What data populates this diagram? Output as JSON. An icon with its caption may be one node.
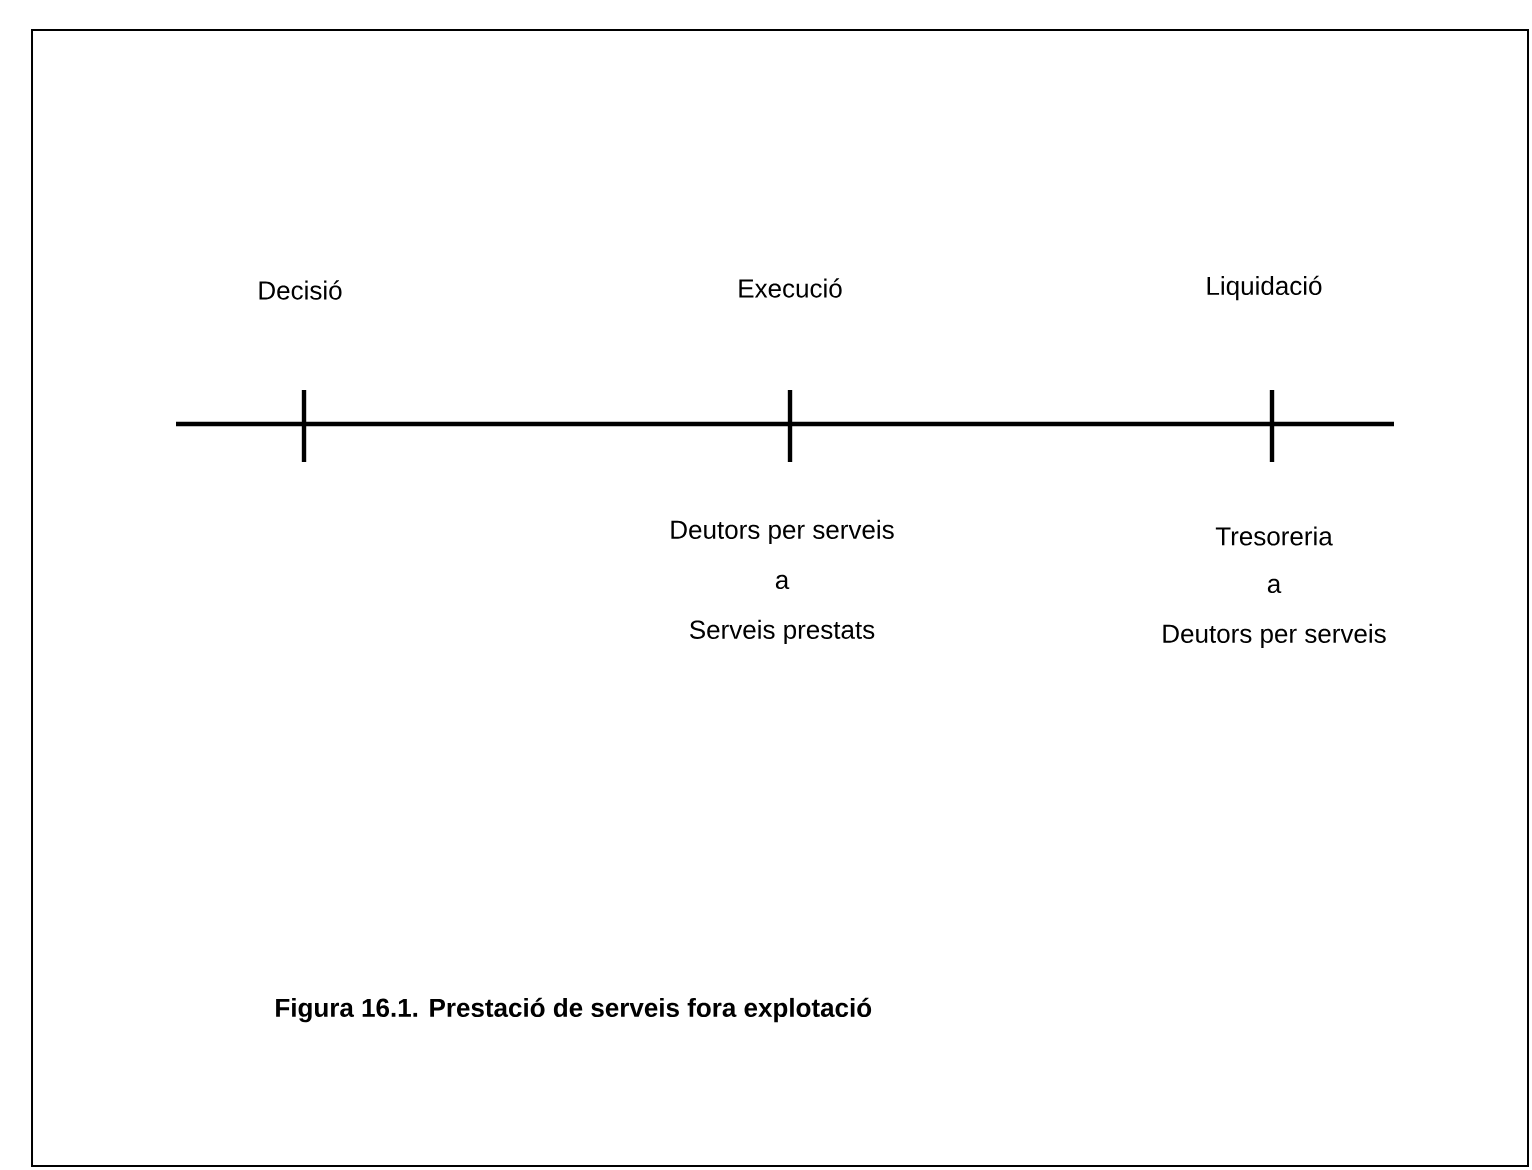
{
  "diagram": {
    "caption": "Figura 16.1. Prestació de serveis fora explotació",
    "labels": [
      "Decisió",
      "Execució",
      "Liquidació",
      "Deutors per serveis",
      "a",
      "Serveis prestats",
      "Tresoreria",
      "a",
      "Deutors per serveis"
    ]
  }
}
